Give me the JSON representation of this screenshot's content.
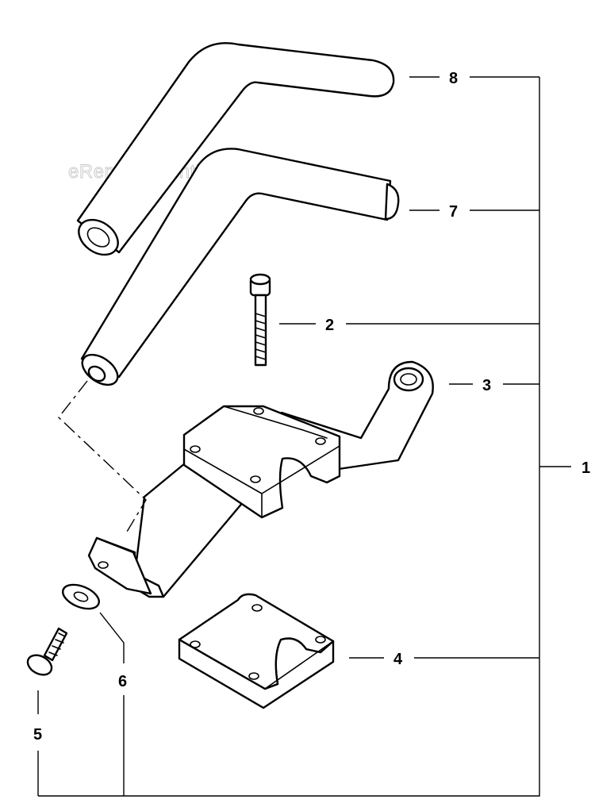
{
  "watermark": "eReplacementParts.com",
  "callouts": [
    {
      "id": "8",
      "label": "8"
    },
    {
      "id": "7",
      "label": "7"
    },
    {
      "id": "2",
      "label": "2"
    },
    {
      "id": "3",
      "label": "3"
    },
    {
      "id": "1",
      "label": "1"
    },
    {
      "id": "4",
      "label": "4"
    },
    {
      "id": "6",
      "label": "6"
    },
    {
      "id": "5",
      "label": "5"
    }
  ]
}
